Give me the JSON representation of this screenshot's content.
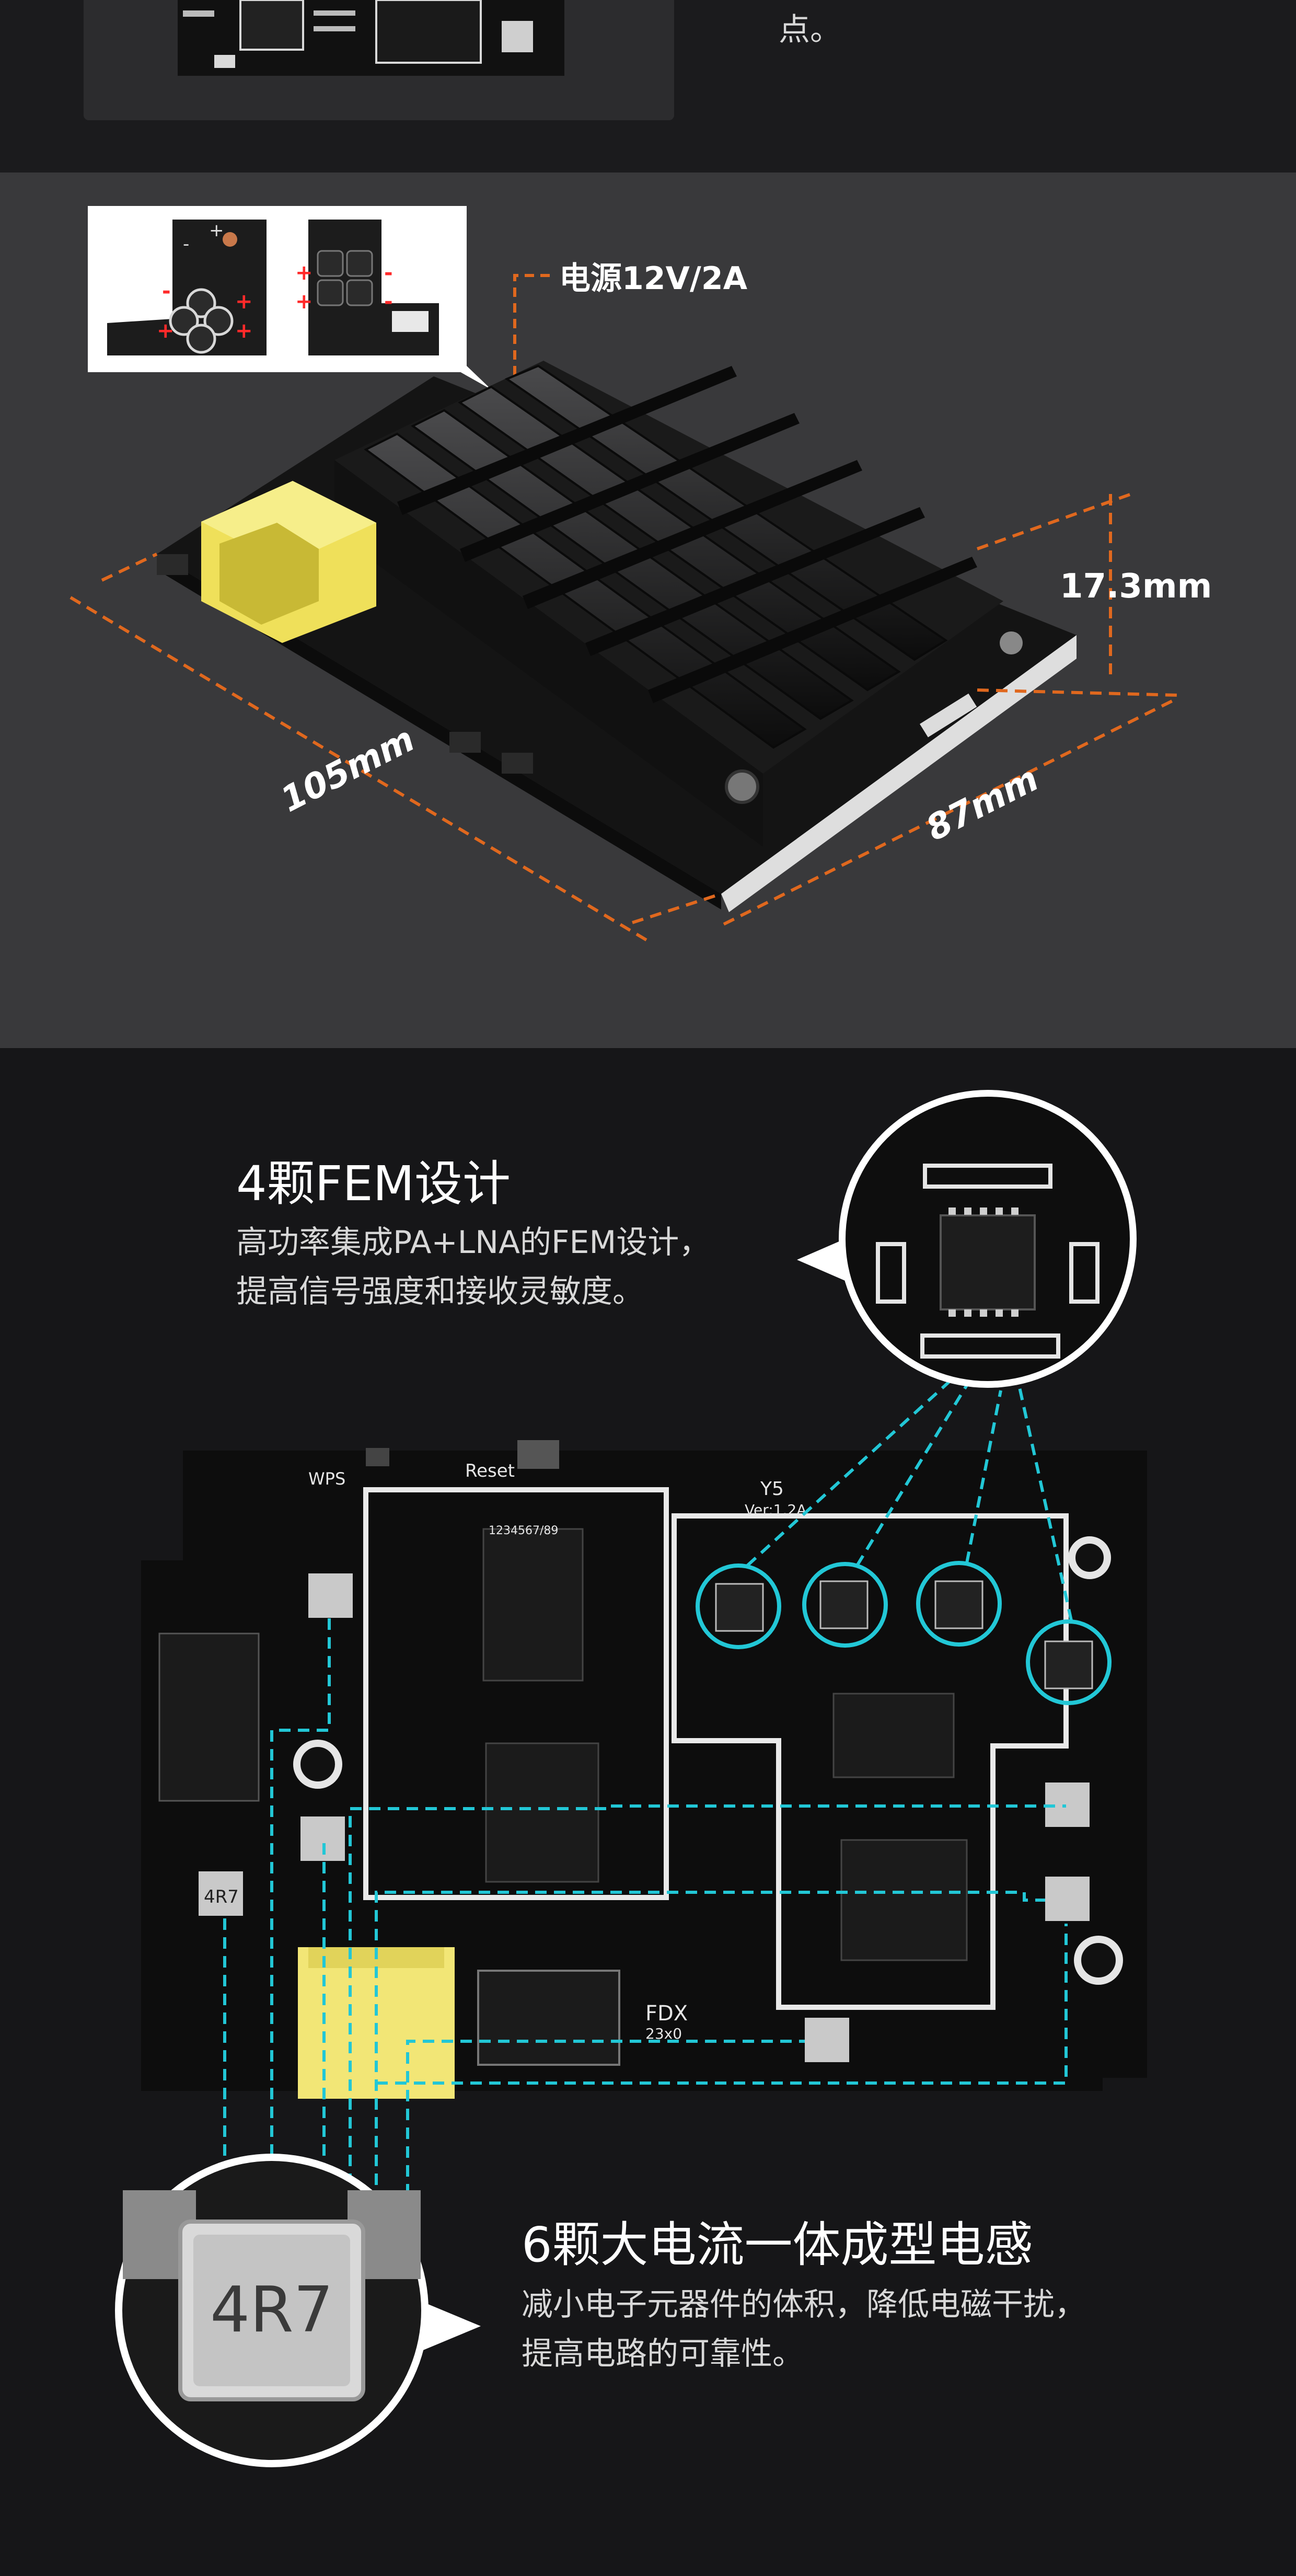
{
  "top_section": {
    "note_tail": "点。"
  },
  "dimension_section": {
    "power_label": "电源12V/2A",
    "height_label": "17.3mm",
    "length_label": "105mm",
    "width_label": "87mm",
    "connector_signs": [
      "+",
      "+",
      "+",
      "+",
      "+",
      "+",
      "-",
      "-",
      "-",
      "-"
    ]
  },
  "board_section": {
    "fem": {
      "title": "4颗FEM设计",
      "desc_line1": "高功率集成PA+LNA的FEM设计，",
      "desc_line2": "提高信号强度和接收灵敏度。"
    },
    "inductor": {
      "title": "6颗大电流一体成型电感",
      "desc_line1": "减小电子元器件的体积，降低电磁干扰，",
      "desc_line2": "提高电路的可靠性。",
      "marking": "4R7"
    },
    "silkscreen": {
      "wps": "WPS",
      "reset": "Reset",
      "model": "Y5",
      "version": "Ver:1.2A",
      "fdx": "FDX",
      "fdx_sub": "23x0",
      "inductor_mark": "4R7",
      "chip_code": "1234567/89"
    },
    "colors": {
      "highlight_cyan": "#22c7d6",
      "ethernet_yellow": "#f2e676",
      "dimension_orange": "#e0681e"
    }
  }
}
